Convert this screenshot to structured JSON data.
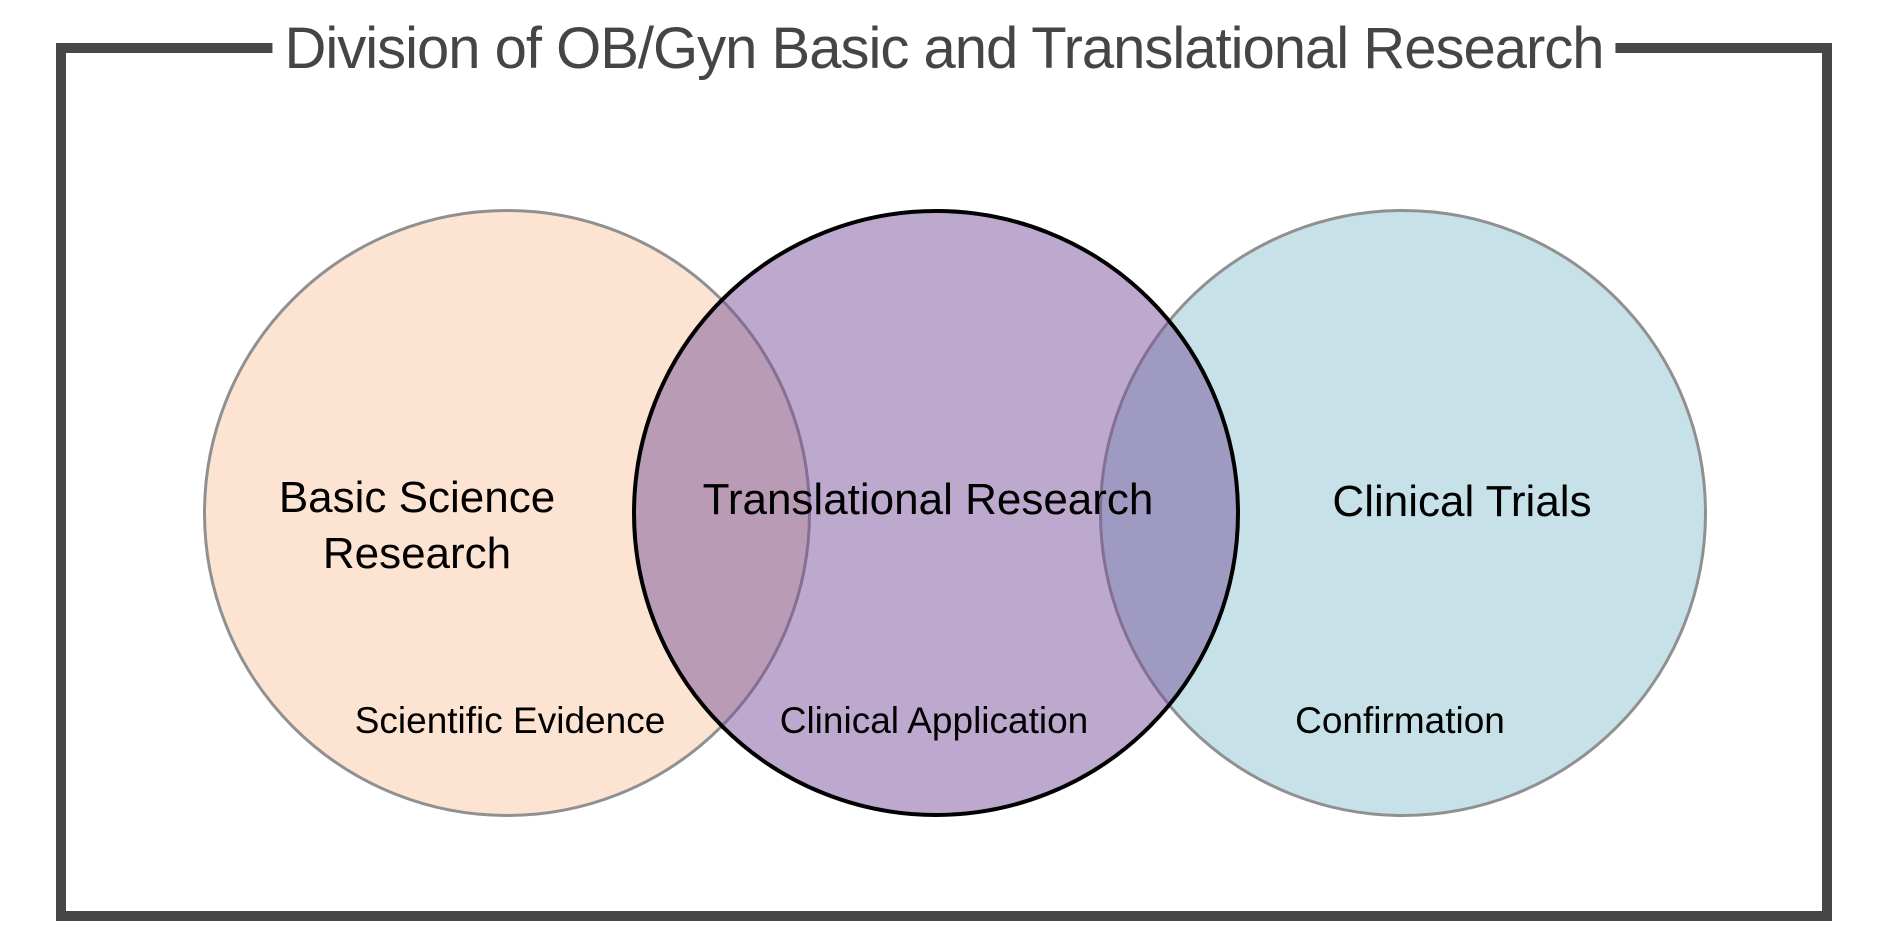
{
  "title": "Division of OB/Gyn Basic and Translational Research",
  "title_color": "#454545",
  "frame": {
    "border_color": "#474747",
    "background": "#ffffff"
  },
  "text_color": "#000000",
  "circles": [
    {
      "id": "basic-science-research",
      "label_lines": [
        "Basic Science",
        "Research"
      ],
      "sublabel": "Scientific Evidence",
      "fill": "#fce3d2",
      "stroke": "#909090"
    },
    {
      "id": "translational-research",
      "label_lines": [
        "Translational Research"
      ],
      "sublabel": "Clinical Application",
      "fill": "#bba8cc",
      "fill_css": "rgba(118,80,152,0.49)",
      "stroke": "#000000"
    },
    {
      "id": "clinical-trials",
      "label_lines": [
        "Clinical Trials"
      ],
      "sublabel": "Confirmation",
      "fill": "#c6e2e8",
      "stroke": "#909090"
    }
  ],
  "overlap_colors": {
    "basic_with_translational": "#ba9bb6",
    "translational_with_clinical": "#9f9ac1"
  }
}
